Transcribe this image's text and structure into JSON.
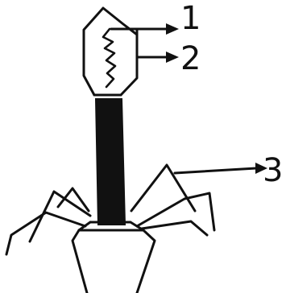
{
  "diagram": {
    "labels": [
      "1",
      "2",
      "3"
    ]
  },
  "colors": {
    "ink": "#111111",
    "background": "#ffffff"
  }
}
